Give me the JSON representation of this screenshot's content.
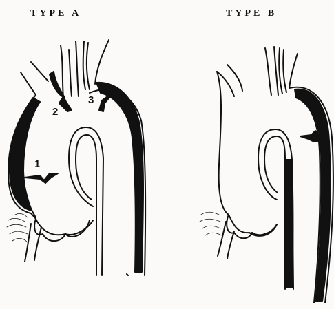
{
  "type_a": {
    "title": "TYPE  A",
    "labels": [
      "1",
      "2",
      "3"
    ]
  },
  "type_b": {
    "title": "TYPE B"
  },
  "colors": {
    "ink": "#111111",
    "paper": "#fbfaf8",
    "lumen": "#ffffff"
  }
}
